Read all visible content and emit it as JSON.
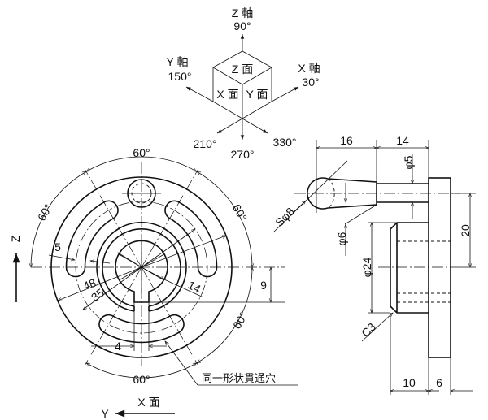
{
  "axes": {
    "z_axis": "Z 軸",
    "z_angle": "90°",
    "y_axis": "Y 軸",
    "y_angle": "150°",
    "x_axis": "X 軸",
    "x_angle": "30°",
    "a210": "210°",
    "a270": "270°",
    "a330": "330°",
    "z_face": "Z 面",
    "x_face": "X 面",
    "y_face": "Y 面"
  },
  "front_view": {
    "angle_top": "60°",
    "angle_left": "60°",
    "angle_right": "60°",
    "angle_right_bottom": "60°",
    "angle_bottom": "60°",
    "dim_slot_width": "5",
    "dim_outer": "48",
    "dim_pitch": "35",
    "dim_bore": "14",
    "dim_key": "4",
    "dim_key_depth": "9",
    "note": "同一形状貫通穴",
    "z_label": "Z",
    "y_label": "Y",
    "x_face_label": "X 面"
  },
  "side_view": {
    "dim_16": "16",
    "dim_14": "14",
    "dim_phi5": "φ5",
    "dim_sphi8": "Sφ8",
    "dim_phi6": "φ6",
    "dim_phi24": "φ24",
    "dim_20": "20",
    "dim_c3": "C3",
    "dim_10": "10",
    "dim_6": "6"
  }
}
